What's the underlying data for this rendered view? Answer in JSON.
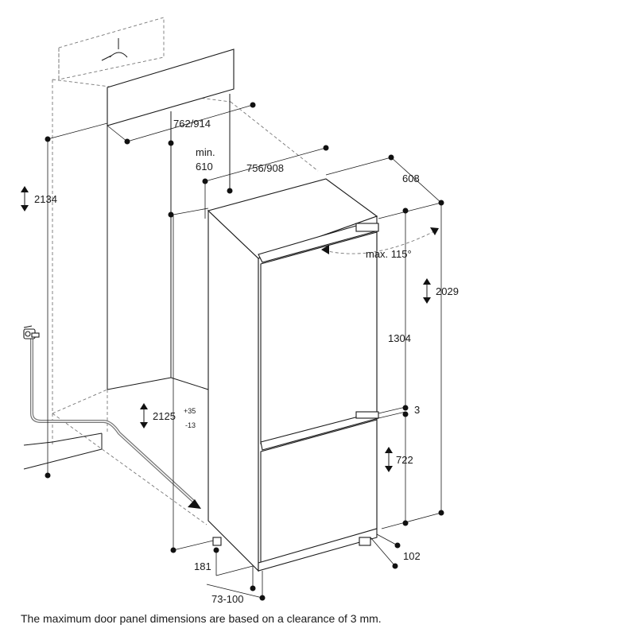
{
  "labels": {
    "niche_depth_ext": "762/914",
    "min_label": "min.",
    "min_value": "610",
    "niche_depth_int": "756/908",
    "unit_depth": "608",
    "niche_height": "2134",
    "door_angle": "max. 115°",
    "unit_height": "2029",
    "upper_door": "1304",
    "gap": "3",
    "niche_height_adj": "2125",
    "tol_plus": "+35",
    "tol_minus": "-13",
    "lower_door": "722",
    "plinth_side": "181",
    "plinth_front": "102",
    "plinth_depth": "73-100"
  },
  "caption": "The maximum door panel dimensions are based on a clearance of 3 mm."
}
